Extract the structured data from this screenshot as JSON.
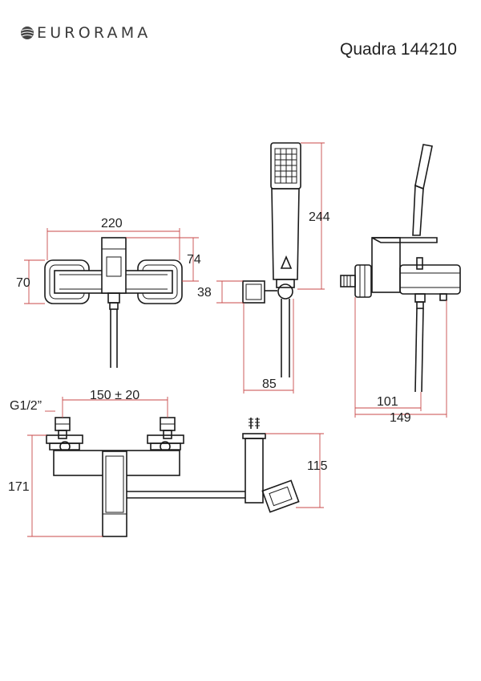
{
  "brand": {
    "name": "EURORAMA",
    "icon": "eurorama-globe-logo"
  },
  "model": "Quadra 144210",
  "dimensions": {
    "front_width": "220",
    "front_height_left": "70",
    "front_height_right": "74",
    "handshower_length": "244",
    "holder_size": "38",
    "holder_width": "85",
    "side_projection_1": "101",
    "side_projection_2": "149",
    "thread": "G1/2”",
    "centers": "150 ± 20",
    "bottom_height": "171",
    "outlet_height": "115"
  },
  "colors": {
    "outline": "#1a1a1a",
    "dimension_lines": "#c94a4a"
  }
}
